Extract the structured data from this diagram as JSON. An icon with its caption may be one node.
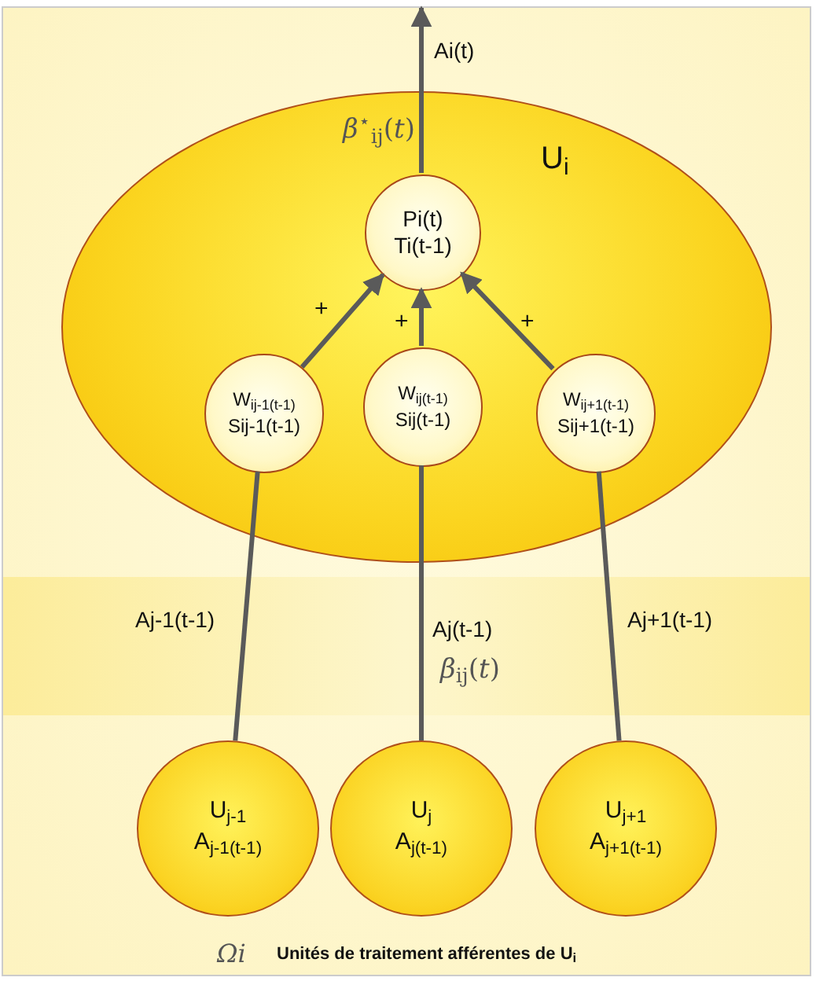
{
  "diagram": {
    "caption": "Unités de traitement afférentes de **U$_{i}$**",
    "nodes": [
      {
        "text": [
          "U$_{i}$"
        ]
      },
      {
        "text": [
          "Pi(t)",
          "Ti(t-1)"
        ],
        "in": 0
      },
      {
        "text": [
          "W$_{ij-1(t-1)}$",
          "Sij-1(t-1)"
        ],
        "in": 0
      },
      {
        "text": [
          "W$_{ij(t-1)}$",
          "Sij(t-1)"
        ],
        "in": 0
      },
      {
        "text": [
          "W$_{ij+1(t-1)}$",
          "Sij+1(t-1)"
        ],
        "in": 0
      },
      {
        "text": [
          "U$_{j-1}$",
          "A$_{j-1(t-1)}$"
        ]
      },
      {
        "text": [
          "U$_{j}$",
          "A$_{j(t-1)}$"
        ]
      },
      {
        "text": [
          "U$_{j+1}$",
          "A$_{j+1(t-1)}$"
        ]
      }
    ],
    "edges": [
      {
        "from": 1,
        "to": null,
        "arrow": "to",
        "label": "Ai(t)"
      },
      {
        "from": 2,
        "to": 1,
        "arrow": "to",
        "label": "+"
      },
      {
        "from": 3,
        "to": 1,
        "arrow": "to",
        "label": "+"
      },
      {
        "from": 4,
        "to": 1,
        "arrow": "to",
        "label": "+"
      },
      {
        "from": 5,
        "to": 2,
        "arrow": "none",
        "label": "Aj-1(t-1)"
      },
      {
        "from": 6,
        "to": 3,
        "arrow": "none",
        "label": "Aj(t-1)"
      },
      {
        "from": 7,
        "to": 4,
        "arrow": "none",
        "label": "Aj+1(t-1)"
      }
    ],
    "labels": [
      "*β*$^{⋆}$$_{ij}$(*t*)",
      "*β*$_{ij}$(*t*)",
      "Ωi"
    ]
  }
}
